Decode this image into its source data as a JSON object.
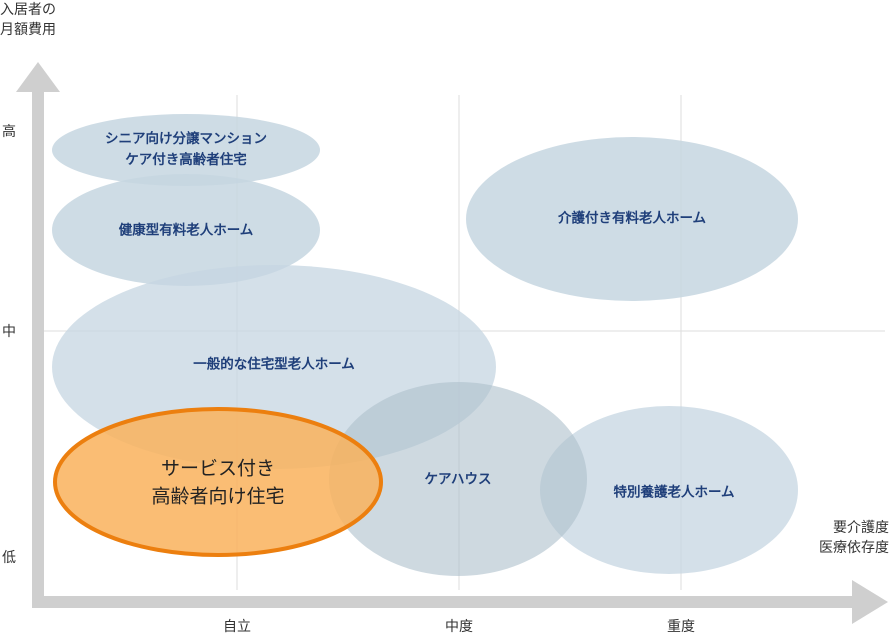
{
  "axes": {
    "y_label_line1": "入居者の",
    "y_label_line2": "月額費用",
    "x_label_line1": "要介護度",
    "x_label_line2": "医療依存度",
    "y_ticks": [
      "高",
      "中",
      "低"
    ],
    "x_ticks": [
      "自立",
      "中度",
      "重度"
    ]
  },
  "colors": {
    "bubble_fill": "#c5d6e1",
    "bubble_text": "#1f3f7a",
    "highlight_fill": "#f9b15c",
    "highlight_stroke": "#ec7f0f",
    "axis_arrow": "#cfcfcf",
    "grid": "#dddddd"
  },
  "bubbles": [
    {
      "id": "senior",
      "line1": "シニア向け分譲マンション",
      "line2": "ケア付き高齢者住宅"
    },
    {
      "id": "kenko",
      "line1": "健康型有料老人ホーム",
      "line2": ""
    },
    {
      "id": "kaigo",
      "line1": "介護付き有料老人ホーム",
      "line2": ""
    },
    {
      "id": "ippan",
      "line1": "一般的な住宅型老人ホーム",
      "line2": ""
    },
    {
      "id": "carehouse",
      "line1": "ケアハウス",
      "line2": ""
    },
    {
      "id": "tokuyou",
      "line1": "特別養護老人ホーム",
      "line2": ""
    }
  ],
  "highlight": {
    "line1": "サービス付き",
    "line2": "高齢者向け住宅"
  }
}
